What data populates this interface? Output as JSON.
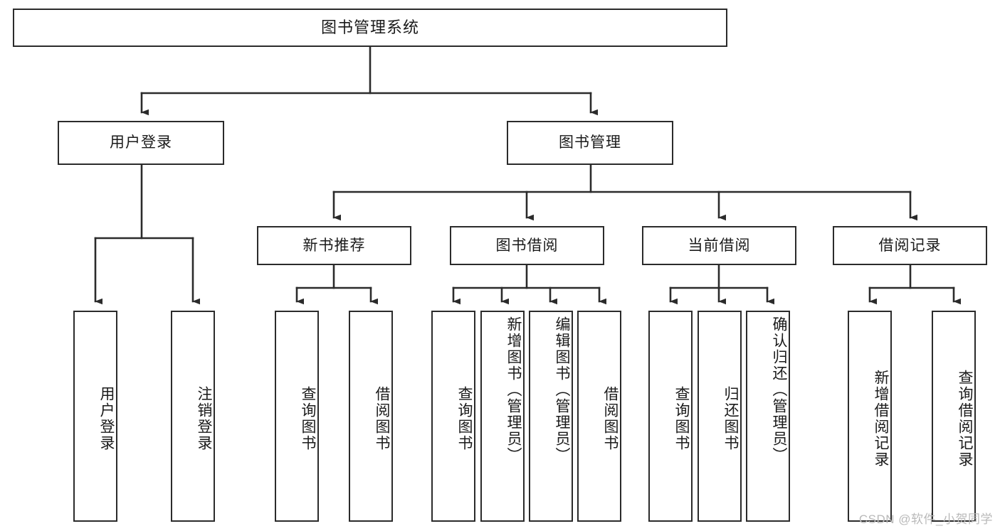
{
  "diagram": {
    "type": "tree",
    "title": "图书管理系统",
    "orientation": "top-down",
    "line_color": "#2b2b2b",
    "box_fill": "#ffffff",
    "text_color": "#1a1a1a",
    "nodes": {
      "root": {
        "label": "图书管理系统",
        "level": 1
      },
      "l2": [
        {
          "id": "user-login",
          "label": "用户登录",
          "level": 2
        },
        {
          "id": "book-manage",
          "label": "图书管理",
          "level": 2
        }
      ],
      "l3": [
        {
          "id": "new-book-recommend",
          "label": "新书推荐",
          "level": 3,
          "parent": "book-manage"
        },
        {
          "id": "book-borrow",
          "label": "图书借阅",
          "level": 3,
          "parent": "book-manage"
        },
        {
          "id": "current-borrow",
          "label": "当前借阅",
          "level": 3,
          "parent": "book-manage"
        },
        {
          "id": "borrow-record",
          "label": "借阅记录",
          "level": 3,
          "parent": "book-manage"
        }
      ],
      "leaves": [
        {
          "id": "leaf-user-login",
          "label": "用户登录",
          "parent": "user-login"
        },
        {
          "id": "leaf-logout",
          "label": "注销登录",
          "parent": "user-login"
        },
        {
          "id": "leaf-query-book-1",
          "label": "查询图书",
          "parent": "new-book-recommend"
        },
        {
          "id": "leaf-borrow-book-1",
          "label": "借阅图书",
          "parent": "new-book-recommend"
        },
        {
          "id": "leaf-query-book-2",
          "label": "查询图书",
          "parent": "book-borrow"
        },
        {
          "id": "leaf-add-book",
          "label": "新增图书（管理员）",
          "parent": "book-borrow"
        },
        {
          "id": "leaf-edit-book",
          "label": "编辑图书（管理员）",
          "parent": "book-borrow"
        },
        {
          "id": "leaf-borrow-book-2",
          "label": "借阅图书",
          "parent": "book-borrow"
        },
        {
          "id": "leaf-query-book-3",
          "label": "查询图书",
          "parent": "current-borrow"
        },
        {
          "id": "leaf-return-book",
          "label": "归还图书",
          "parent": "current-borrow"
        },
        {
          "id": "leaf-confirm-return",
          "label": "确认归还（管理员）",
          "parent": "current-borrow"
        },
        {
          "id": "leaf-add-record",
          "label": "新增借阅记录",
          "parent": "borrow-record"
        },
        {
          "id": "leaf-query-record",
          "label": "查询借阅记录",
          "parent": "borrow-record"
        }
      ]
    }
  },
  "watermark": {
    "text": "CSDN @软件_小贺同学"
  }
}
